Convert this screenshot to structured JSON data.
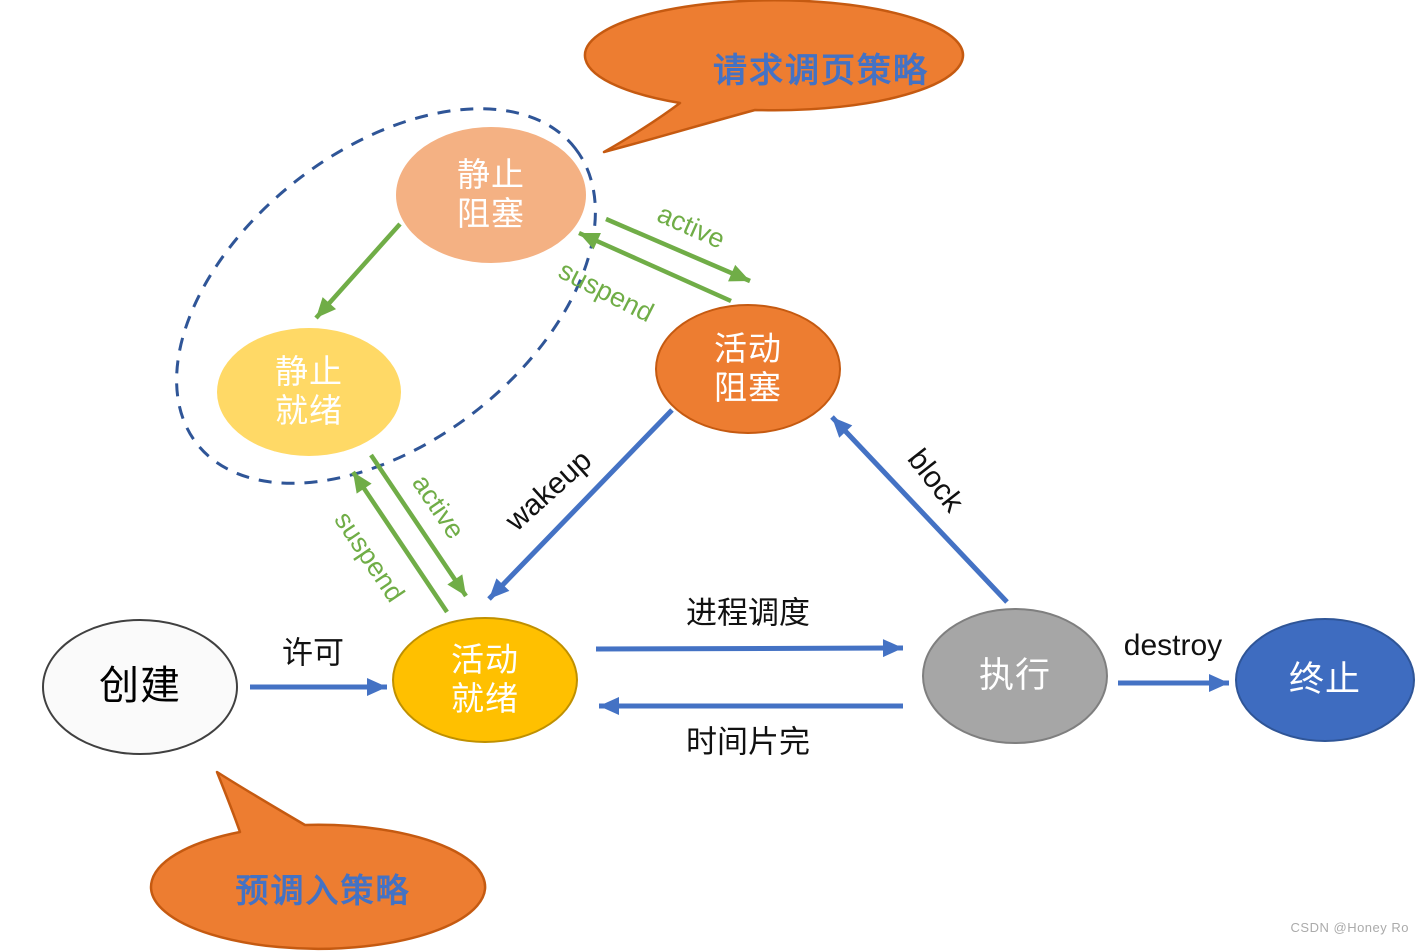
{
  "diagram": {
    "type": "process-state-transition-diagram",
    "bubbles": {
      "top": {
        "label": "请求调页策略"
      },
      "bottom": {
        "label": "预调入策略"
      }
    },
    "nodes": {
      "create": {
        "label": "创建",
        "fill": "#FAFAFA",
        "text_color": "#000000"
      },
      "static_blocked": {
        "line1": "静止",
        "line2": "阻塞",
        "fill": "#F4B183",
        "text_color": "#FFFFFF"
      },
      "static_ready": {
        "line1": "静止",
        "line2": "就绪",
        "fill": "#FFD966",
        "text_color": "#FFFFFF"
      },
      "active_blocked": {
        "line1": "活动",
        "line2": "阻塞",
        "fill": "#ED7D31",
        "text_color": "#FFFFFF"
      },
      "active_ready": {
        "line1": "活动",
        "line2": "就绪",
        "fill": "#FFC000",
        "text_color": "#FFFFFF"
      },
      "running": {
        "label": "执行",
        "fill": "#A6A6A6",
        "text_color": "#FFFFFF"
      },
      "terminated": {
        "label": "终止",
        "fill": "#3E6CC0",
        "text_color": "#FFFFFF"
      }
    },
    "edges": {
      "suspend_inner": {
        "from": "static_blocked",
        "to": "static_ready",
        "label": "",
        "color": "#70AD47"
      },
      "active_top": {
        "from": "static_blocked",
        "to": "active_blocked",
        "label": "active",
        "color": "#70AD47"
      },
      "suspend_top": {
        "from": "active_blocked",
        "to": "static_blocked",
        "label": "suspend",
        "color": "#70AD47"
      },
      "active_mid": {
        "from": "static_ready",
        "to": "active_ready",
        "label": "active",
        "color": "#70AD47"
      },
      "suspend_mid": {
        "from": "active_ready",
        "to": "static_ready",
        "label": "suspend",
        "color": "#70AD47"
      },
      "wakeup": {
        "from": "active_blocked",
        "to": "active_ready",
        "label": "wakeup",
        "color": "#4472C4"
      },
      "block": {
        "from": "running",
        "to": "active_blocked",
        "label": "block",
        "color": "#4472C4"
      },
      "admit": {
        "from": "create",
        "to": "active_ready",
        "label": "许可",
        "color": "#4472C4"
      },
      "dispatch": {
        "from": "active_ready",
        "to": "running",
        "label": "进程调度",
        "color": "#4472C4"
      },
      "timeslice": {
        "from": "running",
        "to": "active_ready",
        "label": "时间片完",
        "color": "#4472C4"
      },
      "destroy": {
        "from": "running",
        "to": "terminated",
        "label": "destroy",
        "color": "#4472C4"
      }
    },
    "colors": {
      "arrow_green": "#70AD47",
      "arrow_blue": "#4472C4",
      "bubble_fill": "#ED7D31",
      "bubble_border": "#C55A11",
      "bubble_text": "#4472C4",
      "dashed_ellipse": "#2F5597"
    }
  },
  "watermark": "CSDN @Honey Ro"
}
